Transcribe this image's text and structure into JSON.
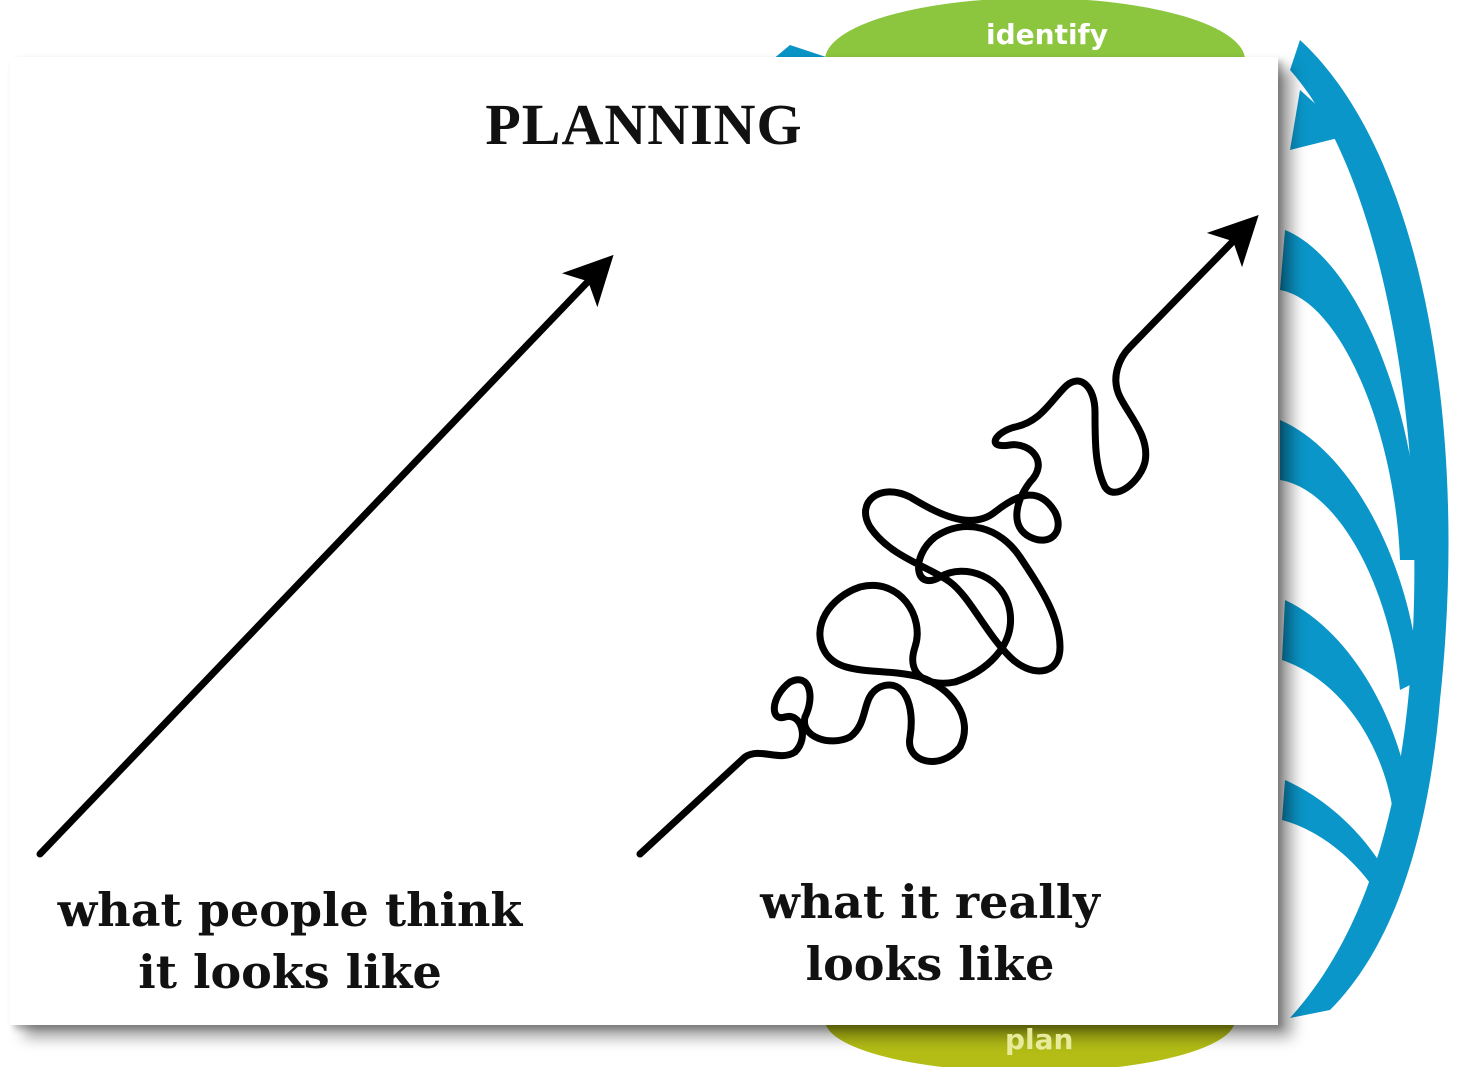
{
  "title": "PLANNING",
  "left_caption": [
    "what people think",
    "it looks like"
  ],
  "right_caption": [
    "what it really",
    "looks like"
  ],
  "background_cycle": {
    "top_label": "identify",
    "bottom_label": "plan",
    "top_color": "#8cc63f",
    "bottom_color": "#b5bf1d",
    "arrow_color": "#0099cc"
  }
}
